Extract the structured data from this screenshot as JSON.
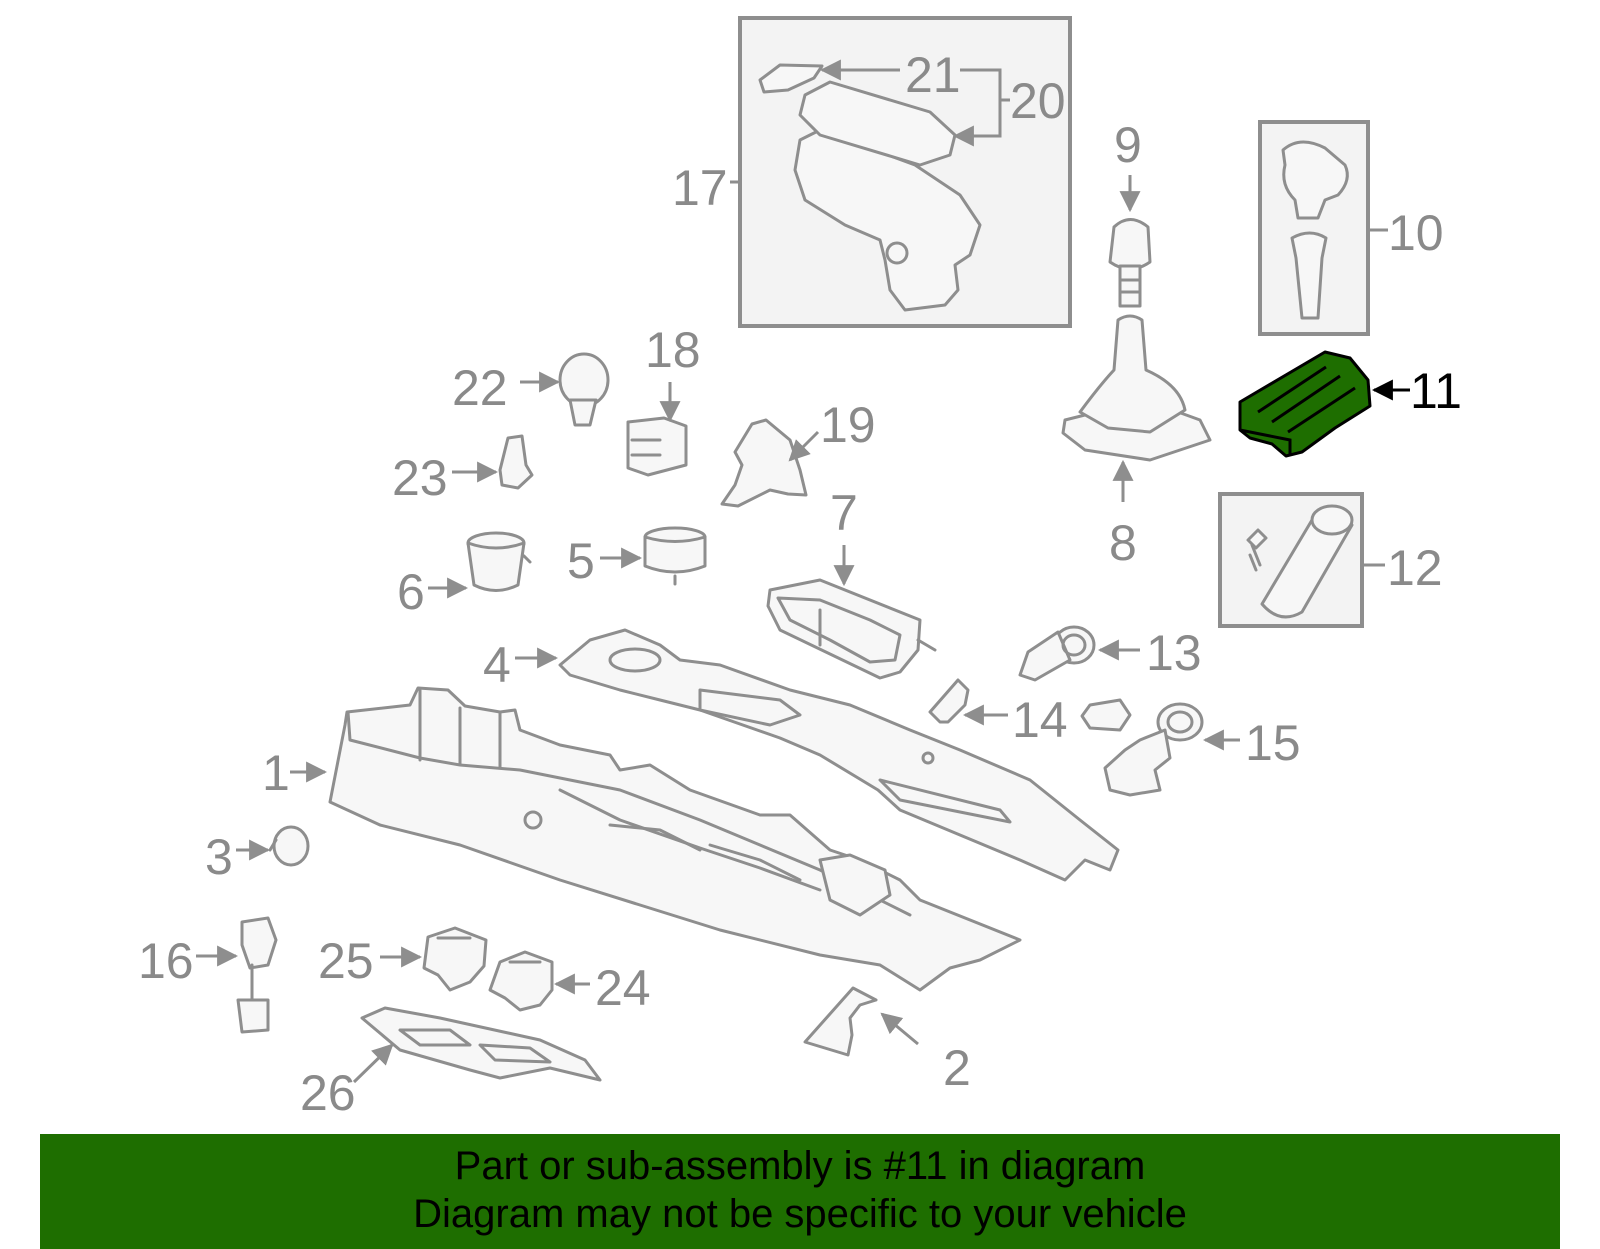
{
  "diagram": {
    "highlight_color": "#1e6e00",
    "highlighted_part": "11",
    "labels": {
      "p1": "1",
      "p2": "2",
      "p3": "3",
      "p4": "4",
      "p5": "5",
      "p6": "6",
      "p7": "7",
      "p8": "8",
      "p9": "9",
      "p10": "10",
      "p11": "11",
      "p12": "12",
      "p13": "13",
      "p14": "14",
      "p15": "15",
      "p16": "16",
      "p17": "17",
      "p18": "18",
      "p19": "19",
      "p20": "20",
      "p21": "21",
      "p22": "22",
      "p23": "23",
      "p24": "24",
      "p25": "25",
      "p26": "26"
    }
  },
  "banner": {
    "line1": "Part or sub-assembly is #11 in diagram",
    "line2": "Diagram may not be specific to your vehicle"
  }
}
